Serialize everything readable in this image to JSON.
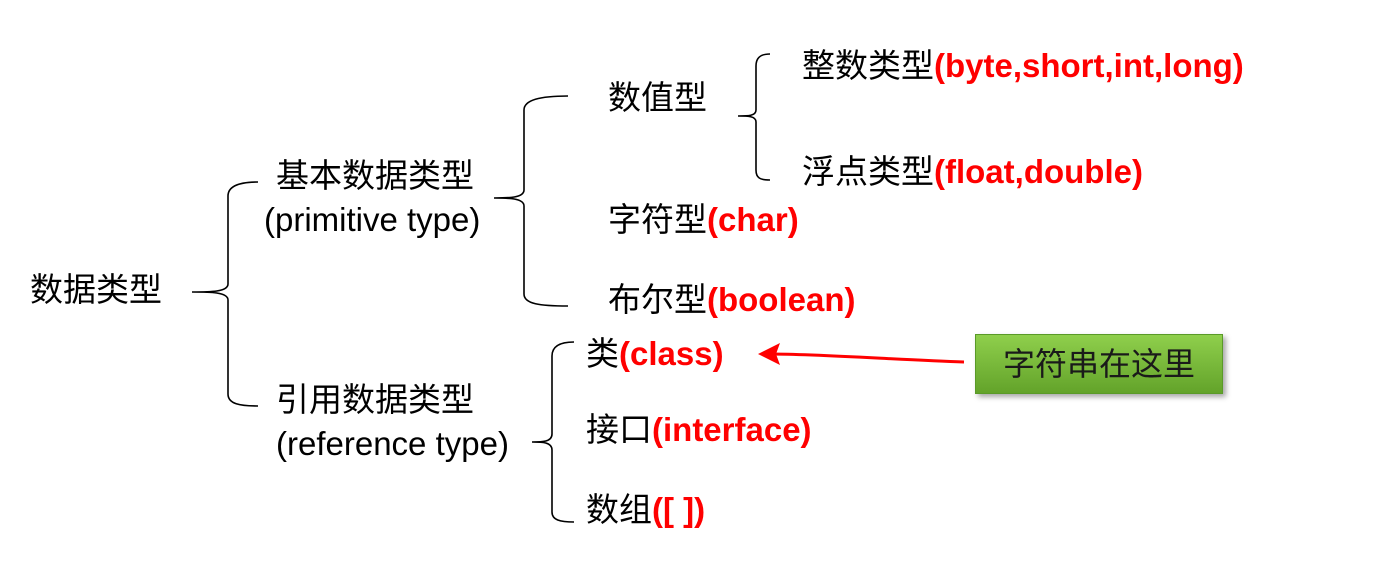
{
  "root": {
    "label": "数据类型"
  },
  "primitive": {
    "label_cn": "基本数据类型",
    "label_en": "(primitive type)",
    "numeric": {
      "label": "数值型",
      "integer": {
        "label": "整数类型",
        "detail": "(byte,short,int,long)"
      },
      "floating": {
        "label": "浮点类型",
        "detail": "(float,double)"
      }
    },
    "character": {
      "label": "字符型",
      "detail": "(char)"
    },
    "boolean": {
      "label": "布尔型",
      "detail": "(boolean)"
    }
  },
  "reference": {
    "label_cn": "引用数据类型",
    "label_en": "(reference type)",
    "class_type": {
      "label": "类",
      "detail": "(class)"
    },
    "interface_type": {
      "label": "接口",
      "detail": "(interface)"
    },
    "array_type": {
      "label": "数组",
      "detail": "([ ])"
    }
  },
  "callout": {
    "text": "字符串在这里",
    "color_top": "#8fcf4c",
    "color_bottom": "#63a32a"
  },
  "colors": {
    "text": "#000000",
    "highlight": "#ff0000",
    "arrow": "#ff0000"
  }
}
